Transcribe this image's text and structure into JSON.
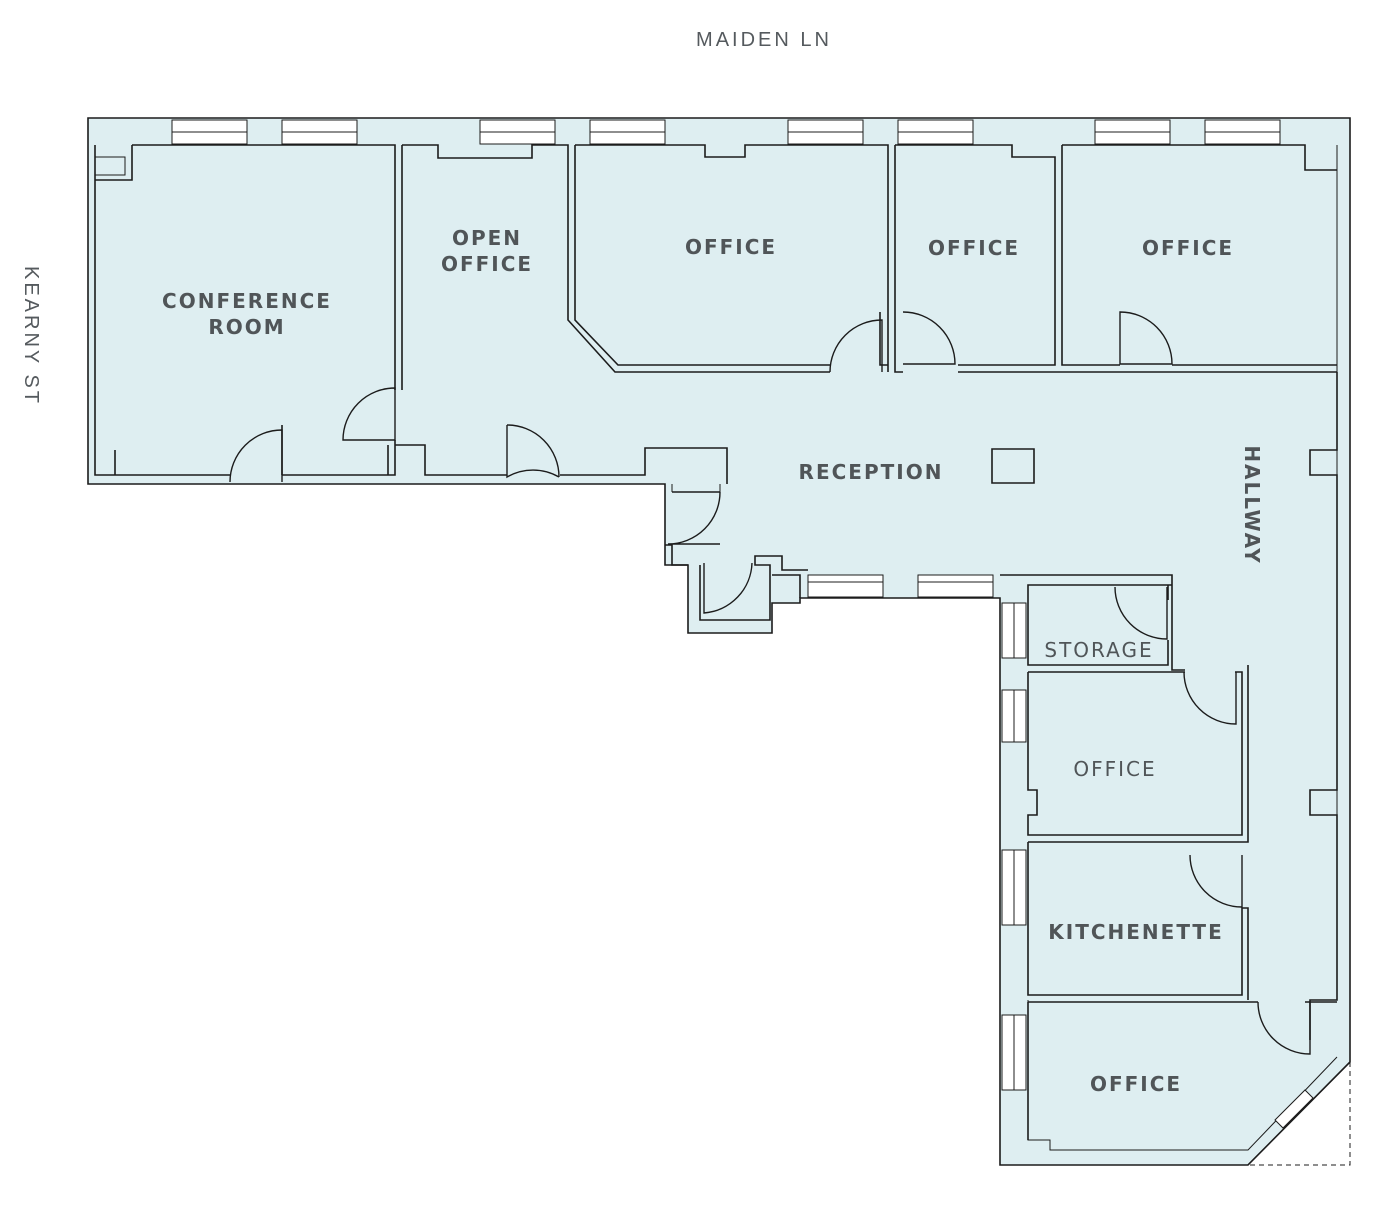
{
  "streets": {
    "north": "MAIDEN LN",
    "west": "KEARNY ST"
  },
  "rooms": {
    "conference_line1": "CONFERENCE",
    "conference_line2": "ROOM",
    "open_office_line1": "OPEN",
    "open_office_line2": "OFFICE",
    "office_north_1": "OFFICE",
    "office_north_2": "OFFICE",
    "office_north_3": "OFFICE",
    "reception": "RECEPTION",
    "hallway": "HALLWAY",
    "storage": "STORAGE",
    "office_east_1": "OFFICE",
    "kitchenette": "KITCHENETTE",
    "office_east_2": "OFFICE"
  },
  "colors": {
    "floor": "#deeef1",
    "wall": "#1c1c1c",
    "label": "#505558"
  }
}
